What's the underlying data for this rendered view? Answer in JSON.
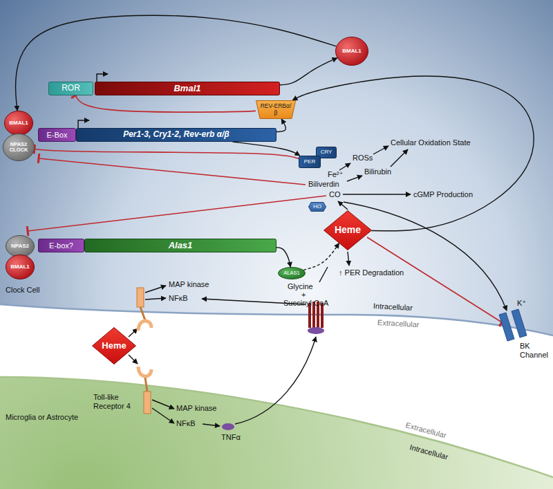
{
  "diagram": {
    "nodes": [
      {
        "text": [
          "BMAL1"
        ]
      },
      {
        "text": [
          "ROR"
        ]
      },
      {
        "text": [
          "Bmal1"
        ]
      },
      {
        "text": [
          "REV-ERBα/β"
        ]
      },
      {
        "text": [
          "BMAL1"
        ]
      },
      {
        "text": [
          "NPAS2 CLOCK"
        ]
      },
      {
        "text": [
          "E-Box"
        ]
      },
      {
        "text": [
          "Per1-3, Cry1-2, Rev-erb α/β"
        ]
      },
      {
        "text": [
          "CRY"
        ]
      },
      {
        "text": [
          "PER"
        ]
      },
      {
        "text": [
          "HO"
        ]
      },
      {
        "text": [
          "NPAS2"
        ]
      },
      {
        "text": [
          "BMAL1"
        ]
      },
      {
        "text": [
          "E-box?"
        ]
      },
      {
        "text": [
          "Alas1"
        ]
      },
      {
        "text": [
          "ALAS1"
        ]
      },
      {
        "text": [
          "Heme"
        ]
      },
      {
        "text": [
          "Heme"
        ]
      }
    ],
    "edges": [
      {
        "from": 2,
        "to": 0,
        "arrow": "to"
      },
      {
        "from": 0,
        "to": 4,
        "arrow": "to"
      },
      {
        "from": 3,
        "to": 1,
        "arrow": "to"
      },
      {
        "from": 7,
        "to": 3,
        "arrow": "to"
      },
      {
        "from": 7,
        "to": 9,
        "arrow": "to"
      },
      {
        "from": 9,
        "to": 5,
        "arrow": "to"
      },
      {
        "from": 16,
        "to": 3,
        "arrow": "to"
      },
      {
        "from": 14,
        "to": 15,
        "arrow": "to"
      },
      {
        "from": 15,
        "to": 16,
        "arrow": "to"
      }
    ],
    "labels": [
      "Fe²⁺",
      "ROSs",
      "Cellular Oxidation State",
      "Bilirubin",
      "Biliverdin",
      "CO",
      "cGMP Production",
      "Glycine",
      "+",
      "Succinyl CoA",
      "↑ PER Degradation",
      "K⁺",
      "BK Channel",
      "Clock Cell",
      "MAP kinase",
      "NFκB",
      "Intracellular",
      "Extracellular",
      "Extracellular",
      "Intracellular",
      "Toll-like Receptor 4",
      "MAP kinase",
      "NFκB",
      "TNFα",
      "Microglia or Astrocyte"
    ]
  }
}
